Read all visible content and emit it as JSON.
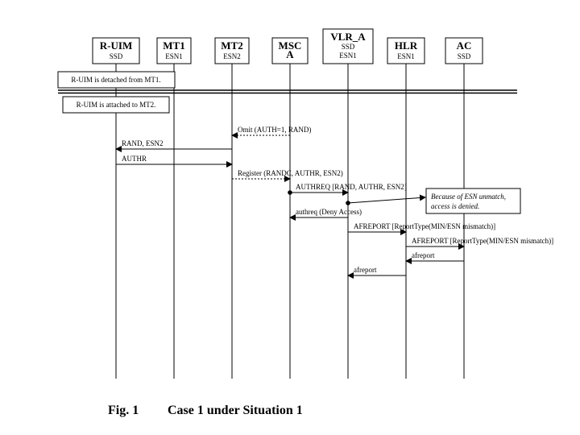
{
  "participants": [
    {
      "id": "ruim",
      "name": "R-UIM",
      "sub": "SSD"
    },
    {
      "id": "mt1",
      "name": "MT1",
      "sub": "ESN1"
    },
    {
      "id": "mt2",
      "name": "MT2",
      "sub": "ESN2"
    },
    {
      "id": "msca",
      "name": "MSC A",
      "sub": ""
    },
    {
      "id": "vlra",
      "name": "VLR_A",
      "sub": "SSD",
      "sub2": "ESN1"
    },
    {
      "id": "hlr",
      "name": "HLR",
      "sub": "ESN1"
    },
    {
      "id": "ac",
      "name": "AC",
      "sub": "SSD"
    }
  ],
  "notes": {
    "detached": "R-UIM is detached from MT1.",
    "attached": "R-UIM is attached to MT2.",
    "esn_line1": "Because of ESN unmatch,",
    "esn_line2": "access is denied."
  },
  "messages": [
    {
      "label": "Omit (AUTH=1, RAND)",
      "from": "msca",
      "to": "mt2",
      "style": "dashed"
    },
    {
      "label": "RAND, ESN2",
      "from": "mt2",
      "to": "ruim",
      "style": "solid"
    },
    {
      "label": "AUTHR",
      "from": "ruim",
      "to": "mt2",
      "style": "solid"
    },
    {
      "label": "Register (RANDC, AUTHR, ESN2)",
      "from": "mt2",
      "to": "msca",
      "style": "dashed"
    },
    {
      "label": "AUTHREQ [RAND, AUTHR, ESN2]",
      "from": "msca",
      "to": "vlra",
      "style": "solid"
    },
    {
      "label": "authreq (Deny Access)",
      "from": "vlra",
      "to": "msca",
      "style": "solid"
    },
    {
      "label": "AFREPORT [ReportType(MIN/ESN mismatch)]",
      "from": "vlra",
      "to": "hlr",
      "style": "solid"
    },
    {
      "label": "AFREPORT [ReportType(MIN/ESN mismatch)]",
      "from": "hlr",
      "to": "ac",
      "style": "solid"
    },
    {
      "label": "afreport",
      "from": "ac",
      "to": "hlr",
      "style": "solid"
    },
    {
      "label": "afreport",
      "from": "hlr",
      "to": "vlra",
      "style": "solid"
    }
  ],
  "caption": {
    "fig": "Fig. 1",
    "title": "Case 1 under Situation 1"
  }
}
